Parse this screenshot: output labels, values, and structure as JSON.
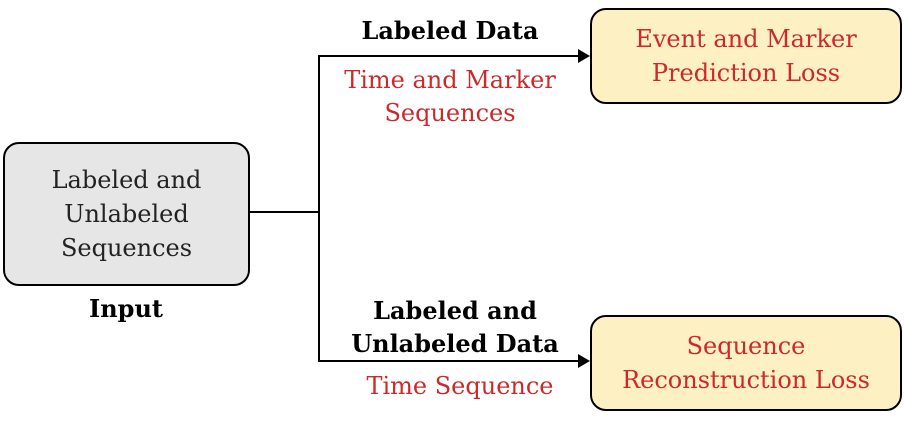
{
  "input_box": {
    "text": "Labeled and\nUnlabeled\nSequences"
  },
  "input_caption": "Input",
  "top_branch": {
    "title": "Labeled Data",
    "subtitle": "Time and Marker\nSequences",
    "output": "Event and Marker\nPrediction Loss"
  },
  "bottom_branch": {
    "title": "Labeled and\nUnlabeled Data",
    "subtitle": "Time Sequence",
    "output": "Sequence\nReconstruction Loss"
  },
  "colors": {
    "input_fill": "#e6e6e6",
    "output_fill": "#fdf0c2",
    "accent_red": "#cc2a2a",
    "line": "#000000"
  }
}
